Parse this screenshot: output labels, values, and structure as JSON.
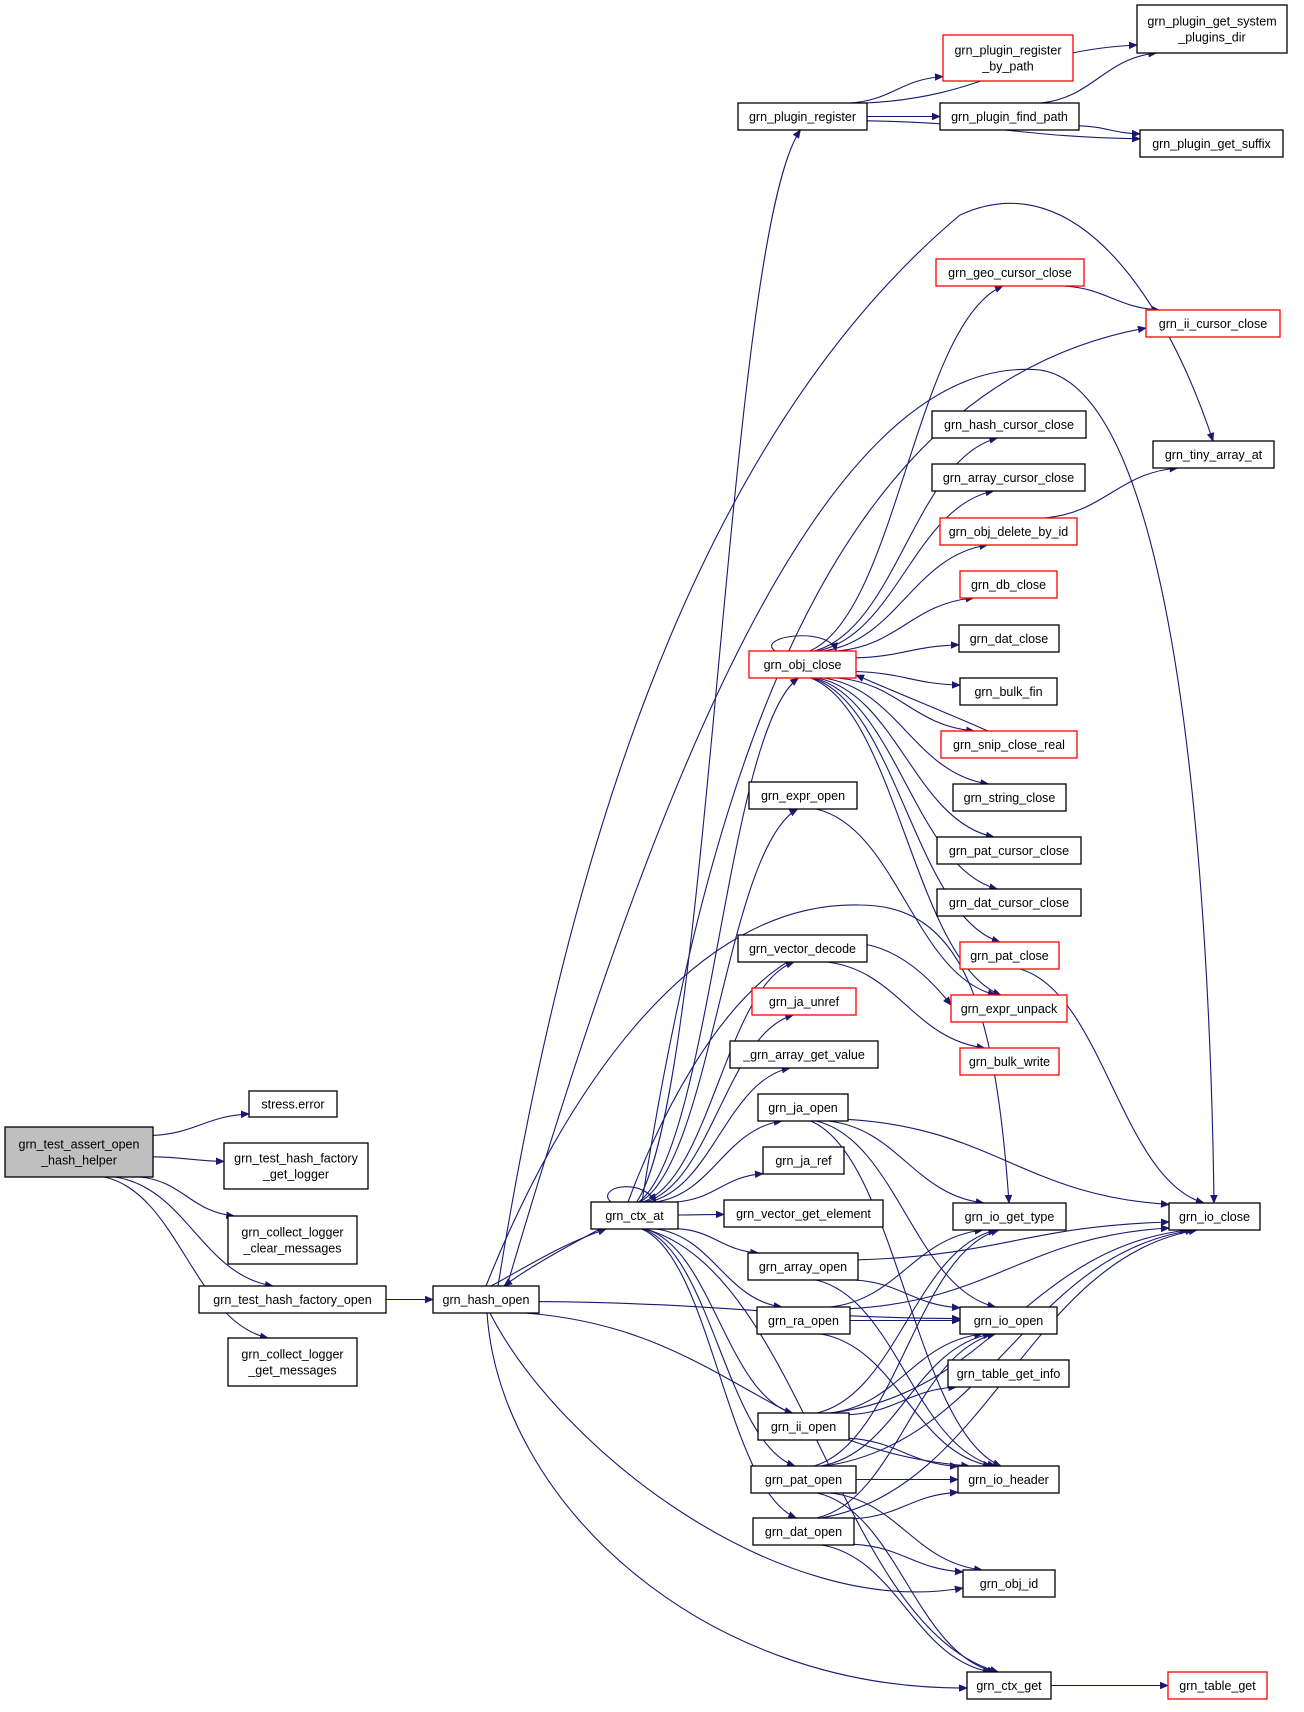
{
  "graph": {
    "edge_color": "#191970",
    "nodes": [
      {
        "id": "root",
        "lines": [
          "grn_test_assert_open",
          "_hash_helper"
        ],
        "style": "root"
      },
      {
        "id": "stress_error",
        "lines": [
          "stress.error"
        ],
        "style": "normal"
      },
      {
        "id": "thf_get_logger",
        "lines": [
          "grn_test_hash_factory",
          "_get_logger"
        ],
        "style": "normal"
      },
      {
        "id": "clear_messages",
        "lines": [
          "grn_collect_logger",
          "_clear_messages"
        ],
        "style": "normal"
      },
      {
        "id": "thf_open",
        "lines": [
          "grn_test_hash_factory_open"
        ],
        "style": "normal"
      },
      {
        "id": "get_messages",
        "lines": [
          "grn_collect_logger",
          "_get_messages"
        ],
        "style": "normal"
      },
      {
        "id": "hash_open",
        "lines": [
          "grn_hash_open"
        ],
        "style": "normal"
      },
      {
        "id": "ctx_at",
        "lines": [
          "grn_ctx_at"
        ],
        "style": "normal"
      },
      {
        "id": "plugin_register",
        "lines": [
          "grn_plugin_register"
        ],
        "style": "normal"
      },
      {
        "id": "plugin_register_by_path",
        "lines": [
          "grn_plugin_register",
          "_by_path"
        ],
        "style": "red"
      },
      {
        "id": "plugin_find_path",
        "lines": [
          "grn_plugin_find_path"
        ],
        "style": "normal"
      },
      {
        "id": "plugin_get_system",
        "lines": [
          "grn_plugin_get_system",
          "_plugins_dir"
        ],
        "style": "normal"
      },
      {
        "id": "plugin_get_suffix",
        "lines": [
          "grn_plugin_get_suffix"
        ],
        "style": "normal"
      },
      {
        "id": "geo_cursor_close",
        "lines": [
          "grn_geo_cursor_close"
        ],
        "style": "red"
      },
      {
        "id": "ii_cursor_close",
        "lines": [
          "grn_ii_cursor_close"
        ],
        "style": "red"
      },
      {
        "id": "hash_cursor_close",
        "lines": [
          "grn_hash_cursor_close"
        ],
        "style": "normal"
      },
      {
        "id": "tiny_array_at",
        "lines": [
          "grn_tiny_array_at"
        ],
        "style": "normal"
      },
      {
        "id": "array_cursor_close",
        "lines": [
          "grn_array_cursor_close"
        ],
        "style": "normal"
      },
      {
        "id": "obj_delete_by_id",
        "lines": [
          "grn_obj_delete_by_id"
        ],
        "style": "red"
      },
      {
        "id": "db_close",
        "lines": [
          "grn_db_close"
        ],
        "style": "red"
      },
      {
        "id": "obj_close",
        "lines": [
          "grn_obj_close"
        ],
        "style": "red"
      },
      {
        "id": "dat_close",
        "lines": [
          "grn_dat_close"
        ],
        "style": "normal"
      },
      {
        "id": "bulk_fin",
        "lines": [
          "grn_bulk_fin"
        ],
        "style": "normal"
      },
      {
        "id": "snip_close_real",
        "lines": [
          "grn_snip_close_real"
        ],
        "style": "red"
      },
      {
        "id": "expr_open",
        "lines": [
          "grn_expr_open"
        ],
        "style": "normal"
      },
      {
        "id": "string_close",
        "lines": [
          "grn_string_close"
        ],
        "style": "normal"
      },
      {
        "id": "pat_cursor_close",
        "lines": [
          "grn_pat_cursor_close"
        ],
        "style": "normal"
      },
      {
        "id": "dat_cursor_close",
        "lines": [
          "grn_dat_cursor_close"
        ],
        "style": "normal"
      },
      {
        "id": "pat_close",
        "lines": [
          "grn_pat_close"
        ],
        "style": "red"
      },
      {
        "id": "vector_decode",
        "lines": [
          "grn_vector_decode"
        ],
        "style": "normal"
      },
      {
        "id": "expr_unpack",
        "lines": [
          "grn_expr_unpack"
        ],
        "style": "red"
      },
      {
        "id": "ja_unref",
        "lines": [
          "grn_ja_unref"
        ],
        "style": "red"
      },
      {
        "id": "bulk_write",
        "lines": [
          "grn_bulk_write"
        ],
        "style": "red"
      },
      {
        "id": "array_get_value",
        "lines": [
          "_grn_array_get_value"
        ],
        "style": "normal"
      },
      {
        "id": "ja_open",
        "lines": [
          "grn_ja_open"
        ],
        "style": "normal"
      },
      {
        "id": "ja_ref",
        "lines": [
          "grn_ja_ref"
        ],
        "style": "normal"
      },
      {
        "id": "vector_get_element",
        "lines": [
          "grn_vector_get_element"
        ],
        "style": "normal"
      },
      {
        "id": "io_get_type",
        "lines": [
          "grn_io_get_type"
        ],
        "style": "normal"
      },
      {
        "id": "io_close",
        "lines": [
          "grn_io_close"
        ],
        "style": "normal"
      },
      {
        "id": "array_open",
        "lines": [
          "grn_array_open"
        ],
        "style": "normal"
      },
      {
        "id": "ra_open",
        "lines": [
          "grn_ra_open"
        ],
        "style": "normal"
      },
      {
        "id": "io_open",
        "lines": [
          "grn_io_open"
        ],
        "style": "normal"
      },
      {
        "id": "table_get_info",
        "lines": [
          "grn_table_get_info"
        ],
        "style": "normal"
      },
      {
        "id": "ii_open",
        "lines": [
          "grn_ii_open"
        ],
        "style": "normal"
      },
      {
        "id": "pat_open",
        "lines": [
          "grn_pat_open"
        ],
        "style": "normal"
      },
      {
        "id": "io_header",
        "lines": [
          "grn_io_header"
        ],
        "style": "normal"
      },
      {
        "id": "dat_open",
        "lines": [
          "grn_dat_open"
        ],
        "style": "normal"
      },
      {
        "id": "obj_id",
        "lines": [
          "grn_obj_id"
        ],
        "style": "normal"
      },
      {
        "id": "ctx_get",
        "lines": [
          "grn_ctx_get"
        ],
        "style": "normal"
      },
      {
        "id": "table_get",
        "lines": [
          "grn_table_get"
        ],
        "style": "red"
      }
    ],
    "edges": [
      [
        "root",
        "stress_error"
      ],
      [
        "root",
        "thf_get_logger"
      ],
      [
        "root",
        "clear_messages"
      ],
      [
        "root",
        "thf_open"
      ],
      [
        "root",
        "get_messages"
      ],
      [
        "thf_open",
        "hash_open"
      ],
      [
        "hash_open",
        "ctx_at"
      ],
      [
        "hash_open",
        "io_open"
      ],
      [
        "hash_open",
        "io_header"
      ],
      [
        "hash_open",
        "obj_id"
      ],
      [
        "hash_open",
        "ctx_get"
      ],
      [
        "hash_open",
        "io_close"
      ],
      [
        "hash_open",
        "tiny_array_at"
      ],
      [
        "hash_open",
        "io_get_type"
      ],
      [
        "ctx_at",
        "hash_open"
      ],
      [
        "ctx_at",
        "ctx_at"
      ],
      [
        "ctx_at",
        "plugin_register"
      ],
      [
        "ctx_at",
        "obj_close"
      ],
      [
        "ctx_at",
        "expr_open"
      ],
      [
        "ctx_at",
        "vector_decode"
      ],
      [
        "ctx_at",
        "ja_unref"
      ],
      [
        "ctx_at",
        "array_get_value"
      ],
      [
        "ctx_at",
        "ja_open"
      ],
      [
        "ctx_at",
        "ja_ref"
      ],
      [
        "ctx_at",
        "vector_get_element"
      ],
      [
        "ctx_at",
        "array_open"
      ],
      [
        "ctx_at",
        "ra_open"
      ],
      [
        "ctx_at",
        "ii_open"
      ],
      [
        "ctx_at",
        "pat_open"
      ],
      [
        "ctx_at",
        "dat_open"
      ],
      [
        "ctx_at",
        "ii_cursor_close"
      ],
      [
        "ctx_at",
        "expr_unpack"
      ],
      [
        "ctx_at",
        "ctx_get"
      ],
      [
        "plugin_register",
        "plugin_register_by_path"
      ],
      [
        "plugin_register",
        "plugin_find_path"
      ],
      [
        "plugin_register",
        "plugin_get_system"
      ],
      [
        "plugin_register",
        "plugin_get_suffix"
      ],
      [
        "plugin_find_path",
        "plugin_get_system"
      ],
      [
        "plugin_find_path",
        "plugin_get_suffix"
      ],
      [
        "obj_close",
        "obj_close"
      ],
      [
        "obj_close",
        "geo_cursor_close"
      ],
      [
        "obj_close",
        "hash_cursor_close"
      ],
      [
        "obj_close",
        "array_cursor_close"
      ],
      [
        "obj_close",
        "obj_delete_by_id"
      ],
      [
        "obj_close",
        "db_close"
      ],
      [
        "obj_close",
        "dat_close"
      ],
      [
        "obj_close",
        "bulk_fin"
      ],
      [
        "obj_close",
        "snip_close_real"
      ],
      [
        "obj_close",
        "string_close"
      ],
      [
        "obj_close",
        "pat_cursor_close"
      ],
      [
        "obj_close",
        "dat_cursor_close"
      ],
      [
        "obj_close",
        "pat_close"
      ],
      [
        "obj_close",
        "expr_unpack"
      ],
      [
        "geo_cursor_close",
        "ii_cursor_close"
      ],
      [
        "obj_delete_by_id",
        "tiny_array_at"
      ],
      [
        "snip_close_real",
        "obj_close"
      ],
      [
        "pat_close",
        "io_close"
      ],
      [
        "expr_open",
        "expr_unpack"
      ],
      [
        "vector_decode",
        "bulk_write"
      ],
      [
        "ja_open",
        "io_get_type"
      ],
      [
        "ja_open",
        "io_close"
      ],
      [
        "ja_open",
        "io_open"
      ],
      [
        "ja_open",
        "io_header"
      ],
      [
        "array_open",
        "io_close"
      ],
      [
        "array_open",
        "io_open"
      ],
      [
        "array_open",
        "io_header"
      ],
      [
        "ra_open",
        "io_get_type"
      ],
      [
        "ra_open",
        "io_close"
      ],
      [
        "ra_open",
        "io_open"
      ],
      [
        "ra_open",
        "io_header"
      ],
      [
        "ii_open",
        "io_get_type"
      ],
      [
        "ii_open",
        "io_close"
      ],
      [
        "ii_open",
        "io_open"
      ],
      [
        "ii_open",
        "table_get_info"
      ],
      [
        "ii_open",
        "io_header"
      ],
      [
        "pat_open",
        "io_get_type"
      ],
      [
        "pat_open",
        "io_close"
      ],
      [
        "pat_open",
        "io_open"
      ],
      [
        "pat_open",
        "io_header"
      ],
      [
        "pat_open",
        "obj_id"
      ],
      [
        "pat_open",
        "ctx_get"
      ],
      [
        "dat_open",
        "io_open"
      ],
      [
        "dat_open",
        "io_header"
      ],
      [
        "dat_open",
        "obj_id"
      ],
      [
        "dat_open",
        "ctx_get"
      ],
      [
        "dat_open",
        "io_close"
      ],
      [
        "ctx_get",
        "table_get"
      ]
    ]
  }
}
